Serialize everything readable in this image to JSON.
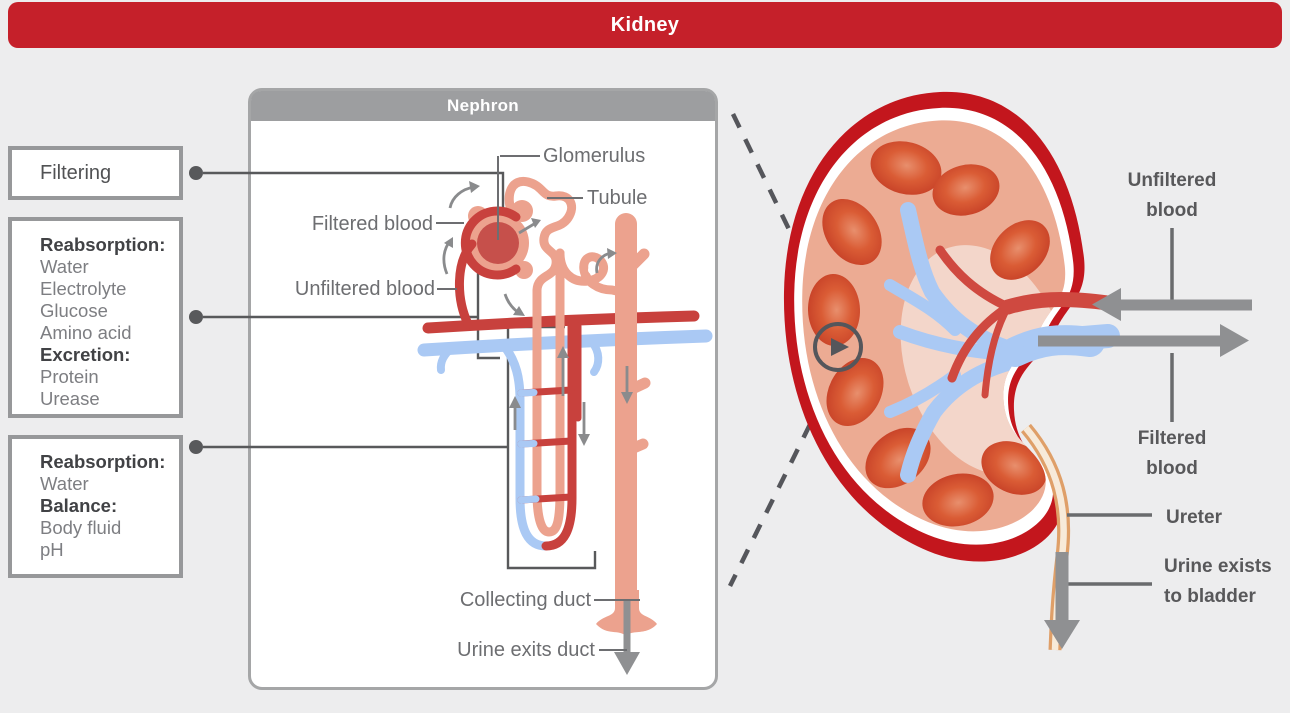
{
  "banner": {
    "title": "Kidney"
  },
  "annotation_boxes": {
    "filtering": {
      "label": "Filtering"
    },
    "middle": {
      "header1": "Reabsorption:",
      "items1": [
        "Water",
        "Electrolyte",
        "Glucose",
        "Amino acid"
      ],
      "header2": "Excretion:",
      "items2": [
        "Protein",
        "Urease"
      ]
    },
    "lower": {
      "header1": "Reabsorption:",
      "items1": [
        "Water"
      ],
      "header2": "Balance:",
      "items2": [
        "Body fluid",
        "pH"
      ]
    }
  },
  "nephron": {
    "title": "Nephron",
    "labels": {
      "glomerulus": "Glomerulus",
      "tubule": "Tubule",
      "filtered_blood": "Filtered blood",
      "unfiltered_blood": "Unfiltered blood",
      "collecting_duct": "Collecting duct",
      "urine_exits_duct": "Urine exits duct"
    }
  },
  "kidney": {
    "labels": {
      "unfiltered_blood": [
        "Unfiltered",
        "blood"
      ],
      "filtered_blood": [
        "Filtered",
        "blood"
      ],
      "ureter": "Ureter",
      "urine_exits": [
        "Urine exists",
        "to bladder"
      ]
    }
  },
  "colors": {
    "banner_red": "#c5202a",
    "salmon_tubule": "#eca28e",
    "vessel_red": "#c8413d",
    "vessel_blue": "#aac9f4",
    "capsule_red": "#c3161d",
    "pyramid_orange": "#d4532f",
    "arrow_gray": "#8f9092",
    "line_gray": "#58595b",
    "panel_header_gray": "#9d9ea0"
  }
}
